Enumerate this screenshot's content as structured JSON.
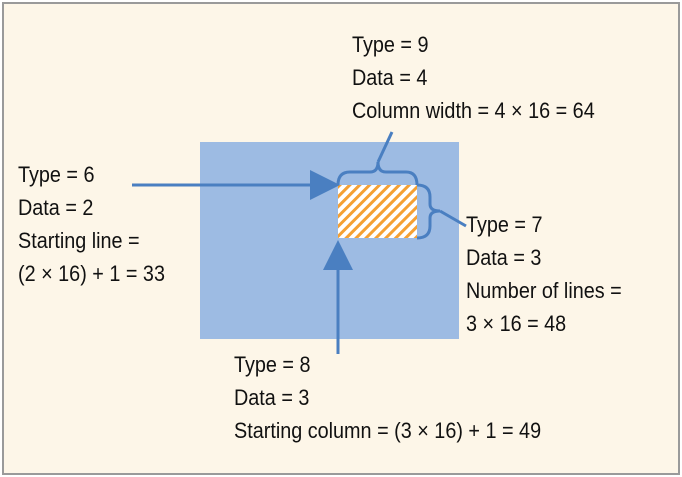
{
  "top_label": {
    "lines": [
      "Type = 9",
      "Data = 4",
      "Column width = 4 × 16 = 64"
    ]
  },
  "left_label": {
    "lines": [
      "Type = 6",
      "Data = 2",
      "Starting line =",
      "(2 × 16) + 1 = 33"
    ]
  },
  "right_label": {
    "lines": [
      "Type = 7",
      "Data = 3",
      "Number of lines =",
      "3 × 16 = 48"
    ]
  },
  "bottom_label": {
    "lines": [
      "Type = 8",
      "Data = 3",
      "Starting column = (3 × 16) + 1 = 49"
    ]
  },
  "colors": {
    "screen": "#9dbbe3",
    "line": "#4a7fc1",
    "hatch": "#f5a033",
    "background": "#fdf6e8"
  }
}
